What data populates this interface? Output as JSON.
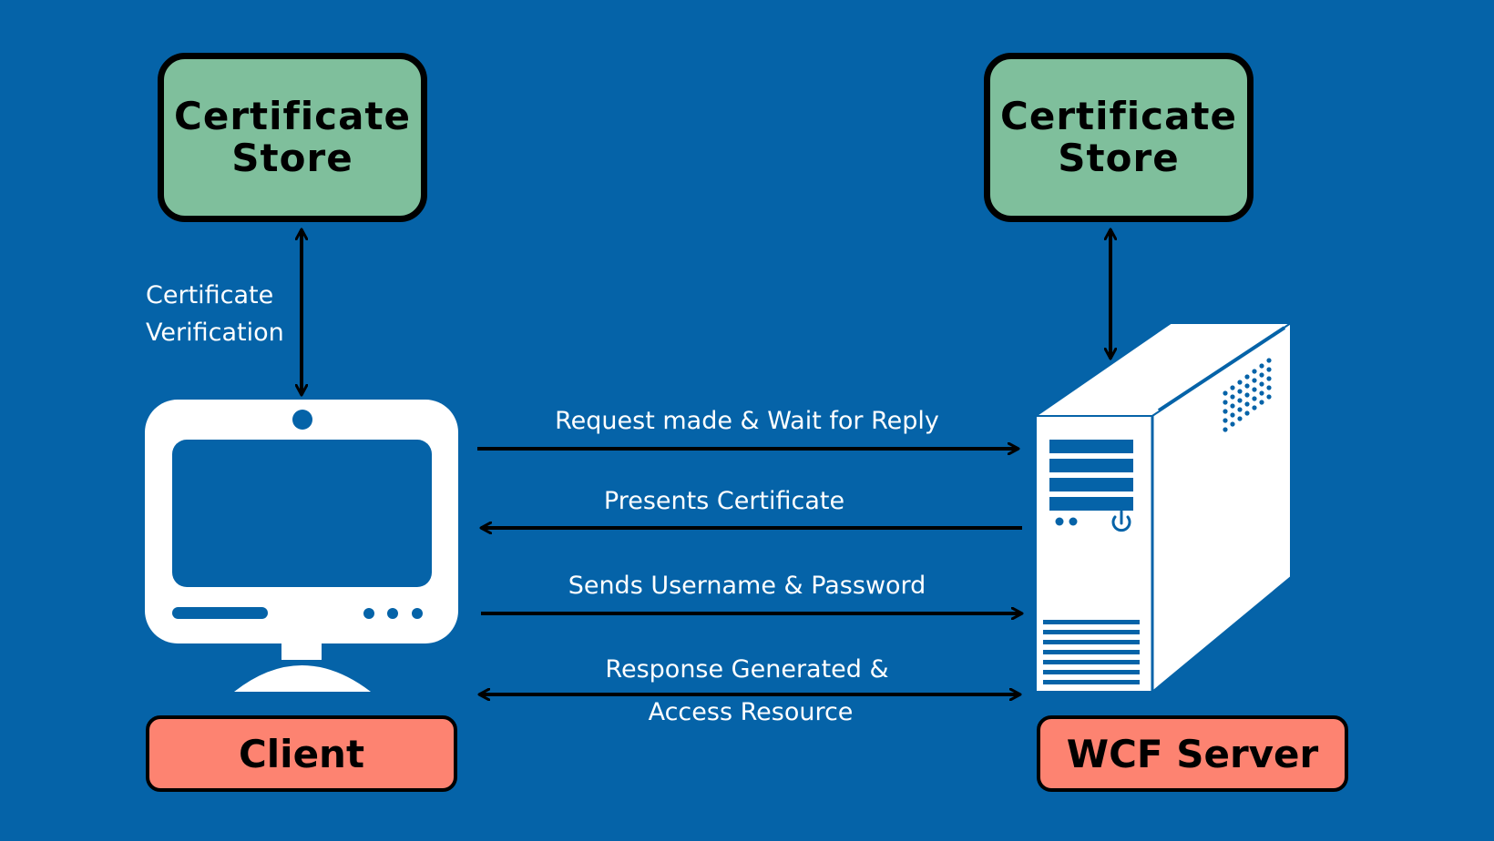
{
  "diagram": {
    "left_store": {
      "title": "Certificate\nStore"
    },
    "right_store": {
      "title": "Certificate\nStore"
    },
    "verification_label": "Certificate\nVerification",
    "client": {
      "label": "Client"
    },
    "server": {
      "label": "WCF Server"
    },
    "messages": [
      {
        "text": "Request made & Wait for Reply",
        "direction": "client-to-server"
      },
      {
        "text": "Presents Certificate",
        "direction": "server-to-client"
      },
      {
        "text": "Sends Username & Password",
        "direction": "client-to-server"
      },
      {
        "text": "Response Generated & Access Resource",
        "line1": "Response Generated &",
        "line2": "Access Resource",
        "direction": "bidirectional"
      }
    ],
    "colors": {
      "background": "#0563a8",
      "store_fill": "#7fbf9c",
      "label_fill": "#fd8371",
      "icon_fill": "#ffffff",
      "outline": "#000000"
    }
  }
}
